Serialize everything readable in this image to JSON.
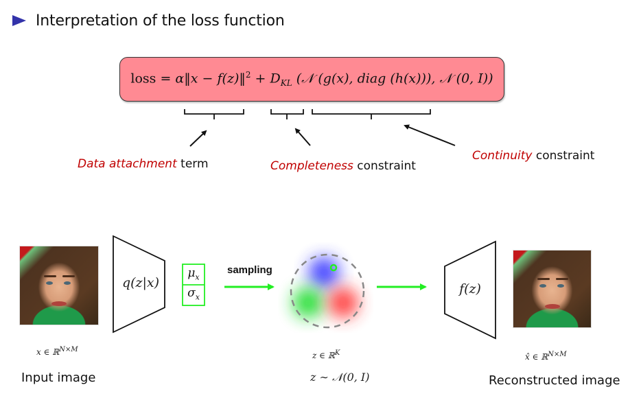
{
  "slide": {
    "title": "Interpretation of the loss function",
    "bullet_color": "#3333aa"
  },
  "formula": {
    "text_parts": {
      "loss": "loss",
      "equals": " = ",
      "alpha": "α",
      "norm_open": "‖",
      "x": "x",
      "minus": " − ",
      "f": "f",
      "z_arg": "(z)",
      "norm_close": "‖",
      "power": "2",
      "plus": " + ",
      "D": "D",
      "KL": "KL",
      "kl_args": " (𝒩 (g(x), diag (h(x))), 𝒩 (0, I))"
    },
    "full_text": "loss = α‖x − f(z)‖² + D_KL (𝒩 (g(x), diag (h(x))), 𝒩 (0, I))",
    "box_color": "#ff8a93"
  },
  "annotations": [
    {
      "highlight": "Data attachment",
      "rest": " term"
    },
    {
      "highlight": "Completeness",
      "rest": " constraint"
    },
    {
      "highlight": "Continuity",
      "rest": " constraint"
    }
  ],
  "annotation_highlight_color": "#c00000",
  "pipeline": {
    "encoder_label": "q(z|x)",
    "latent_params": {
      "mu": "μ",
      "sigma": "σ",
      "subscript": "x"
    },
    "sampling_label": "sampling",
    "decoder_label": "f(z)",
    "arrow_color": "#22ee22",
    "latent_blob_colors": {
      "blue": "#3333ff",
      "green": "#22dd33",
      "red": "#ff3333"
    },
    "input_space": "x ∈ ℝ",
    "input_space_sup": "N×M",
    "latent_space": "z ∈ ℝ",
    "latent_space_sup": "K",
    "latent_prior": "z ∼ 𝒩(0, I)",
    "output_space": "x̂ ∈ ℝ",
    "output_space_sup": "N×M",
    "input_caption": "Input image",
    "output_caption": "Reconstructed image"
  }
}
